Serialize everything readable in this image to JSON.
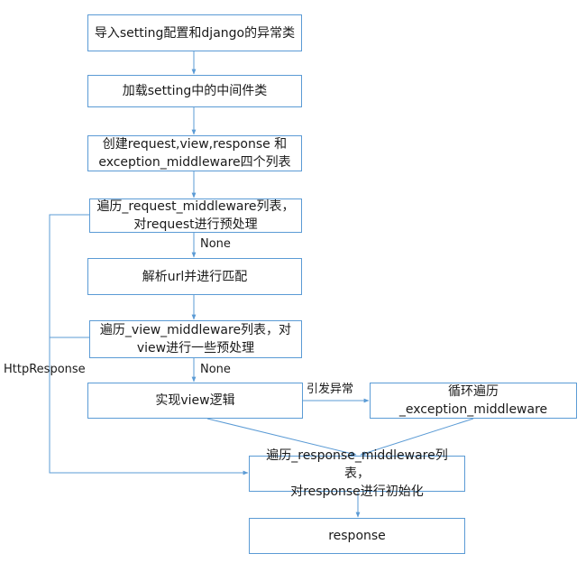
{
  "colors": {
    "box_border": "#5b9bd5",
    "connector": "#5b9bd5",
    "text": "#1a1a1a",
    "background": "#ffffff"
  },
  "nodes": {
    "import_settings": [
      "导入setting配置和django的异常类"
    ],
    "load_middleware": [
      "加载setting中的中间件类"
    ],
    "create_lists": [
      "创建request,view,response 和",
      "exception_middleware四个列表"
    ],
    "request_middleware": [
      "遍历_request_middleware列表，",
      "对request进行预处理"
    ],
    "resolve_url": [
      "解析url并进行匹配"
    ],
    "view_middleware": [
      "遍历_view_middleware列表，对",
      "view进行一些预处理"
    ],
    "run_view": [
      "实现view逻辑"
    ],
    "exception_middleware": [
      "循环遍历_exception_middleware"
    ],
    "response_middleware": [
      "遍历_response_middleware列表，",
      "对response进行初始化"
    ],
    "response": [
      "response"
    ]
  },
  "edge_labels": {
    "none_1": "None",
    "none_2": "None",
    "raise_exception": "引发异常",
    "http_response": "HttpResponse"
  }
}
